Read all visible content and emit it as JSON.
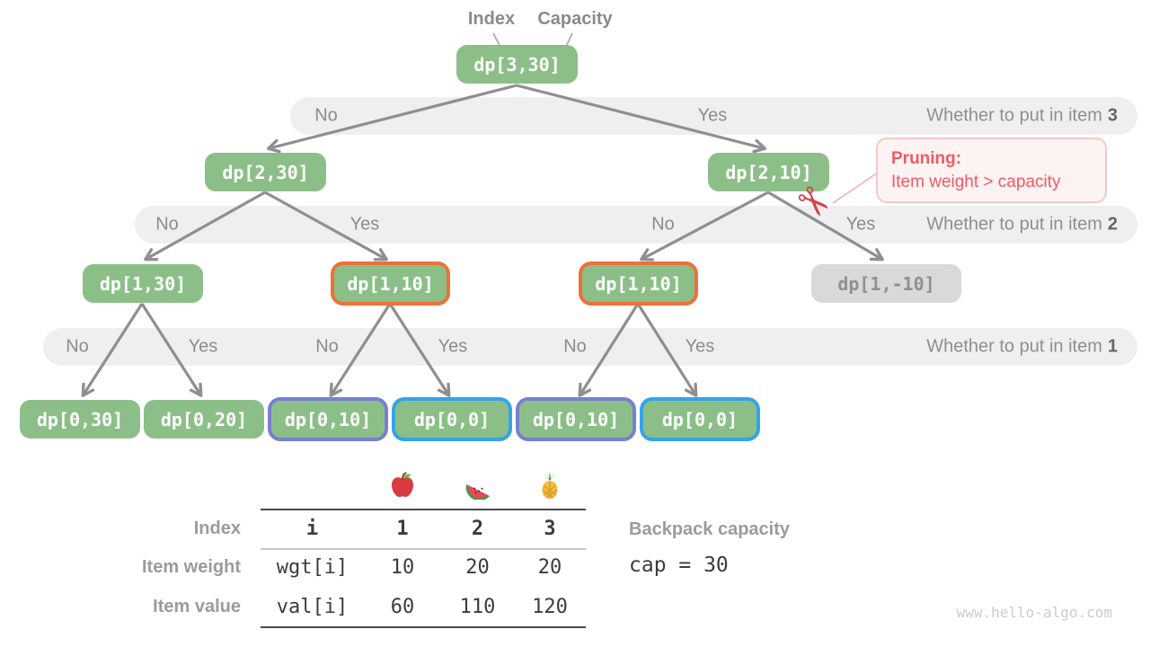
{
  "header": {
    "index_label": "Index",
    "capacity_label": "Capacity"
  },
  "tree": {
    "nodes": [
      {
        "label": "dp[3,30]",
        "style": "green"
      },
      {
        "label": "dp[2,30]",
        "style": "green"
      },
      {
        "label": "dp[2,10]",
        "style": "green"
      },
      {
        "label": "dp[1,30]",
        "style": "green"
      },
      {
        "label": "dp[1,10]",
        "style": "green-orange-border"
      },
      {
        "label": "dp[1,10]",
        "style": "green-orange-border"
      },
      {
        "label": "dp[1,-10]",
        "style": "gray"
      },
      {
        "label": "dp[0,30]",
        "style": "green"
      },
      {
        "label": "dp[0,20]",
        "style": "green"
      },
      {
        "label": "dp[0,10]",
        "style": "green-purple-border"
      },
      {
        "label": "dp[0,0]",
        "style": "green-blue-border"
      },
      {
        "label": "dp[0,10]",
        "style": "green-purple-border"
      },
      {
        "label": "dp[0,0]",
        "style": "green-blue-border"
      }
    ]
  },
  "bands": [
    {
      "labels": [
        "No",
        "Yes"
      ],
      "caption": "Whether to put in item",
      "item": "3"
    },
    {
      "labels": [
        "No",
        "Yes",
        "No",
        "Yes"
      ],
      "caption": "Whether to put in item",
      "item": "2"
    },
    {
      "labels": [
        "No",
        "Yes",
        "No",
        "Yes",
        "No",
        "Yes"
      ],
      "caption": "Whether to put in item",
      "item": "1"
    }
  ],
  "pruning": {
    "title": "Pruning:",
    "text": "Item weight > capacity"
  },
  "scissors_icon": "✂",
  "table": {
    "fruit_icons": [
      "apple-icon",
      "watermelon-icon",
      "pineapple-icon"
    ],
    "row_headers": [
      "Index",
      "Item weight",
      "Item value"
    ],
    "header_cells": [
      "i",
      "1",
      "2",
      "3"
    ],
    "weight_cells": [
      "wgt[i]",
      "10",
      "20",
      "20"
    ],
    "value_cells": [
      "val[i]",
      "60",
      "110",
      "120"
    ]
  },
  "backpack": {
    "label": "Backpack capacity",
    "value": "cap = 30"
  },
  "watermark": "www.hello-algo.com",
  "colors": {
    "node_green": "#8cbf88",
    "node_gray_bg": "#d9d9d9",
    "node_gray_text": "#909090",
    "border_orange": "#ed7039",
    "border_purple": "#7a7fd1",
    "border_blue": "#35a3e8",
    "arrow_gray": "#8f8f8f",
    "band_bg": "#efefef",
    "pruning_red": "#f05a64",
    "pruning_bg": "#fdf3f3",
    "pruning_border": "#f6c8c8"
  }
}
